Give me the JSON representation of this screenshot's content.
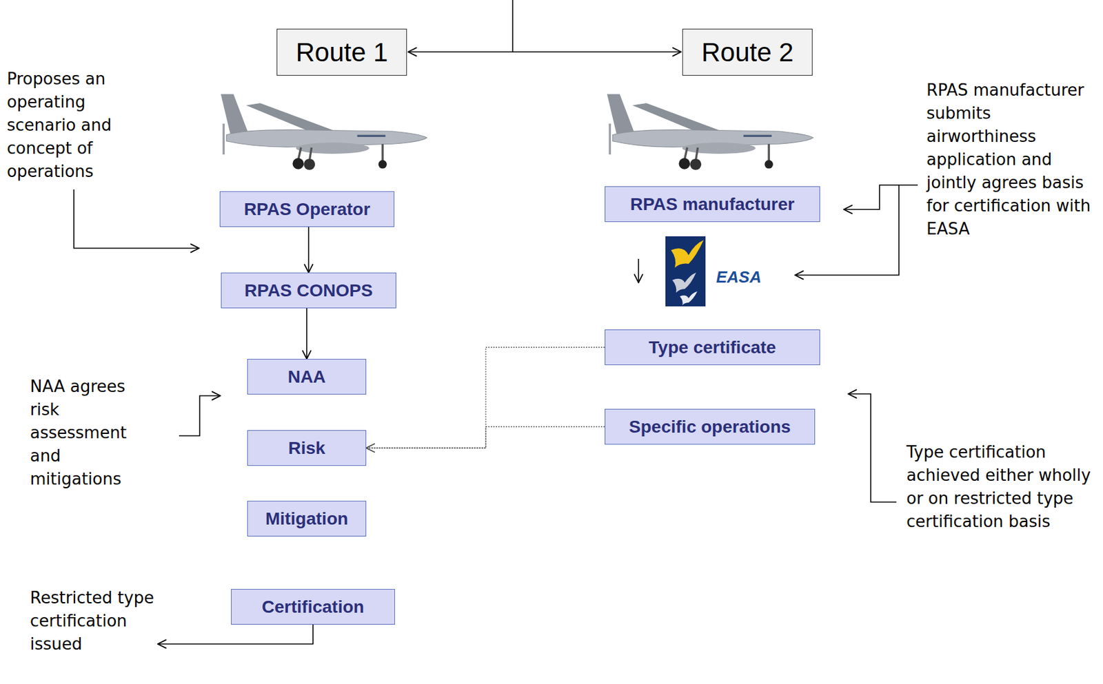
{
  "diagram": {
    "nodes": [
      {
        "text": [
          "Route 1"
        ]
      },
      {
        "text": [
          "Route 2"
        ]
      },
      {
        "text": [
          "RPAS Operator"
        ]
      },
      {
        "text": [
          "RPAS manufacturer"
        ]
      },
      {
        "text": [
          "RPAS CONOPS"
        ]
      },
      {
        "text": [
          "Type certificate"
        ]
      },
      {
        "text": [
          "NAA"
        ]
      },
      {
        "text": [
          "Specific operations"
        ]
      },
      {
        "text": [
          "Risk"
        ]
      },
      {
        "text": [
          "Mitigation"
        ]
      },
      {
        "text": [
          "Certification"
        ]
      }
    ],
    "edges": [
      {
        "from": 2,
        "to": 4,
        "arrow": "to"
      },
      {
        "from": 4,
        "to": 6,
        "arrow": "to"
      },
      {
        "from": 5,
        "to": 8,
        "arrow": "to"
      },
      {
        "from": 7,
        "to": 8,
        "arrow": "to"
      }
    ],
    "labels": [
      "Proposes an operating scenario and concept of operations",
      "RPAS manufacturer submits airworthiness application and jointly agrees basis for certification with EASA",
      "EASA",
      "NAA agrees risk assessment and mitigations",
      "Type certification achieved either wholly or on restricted type certification basis",
      "Restricted type certification issued"
    ]
  }
}
